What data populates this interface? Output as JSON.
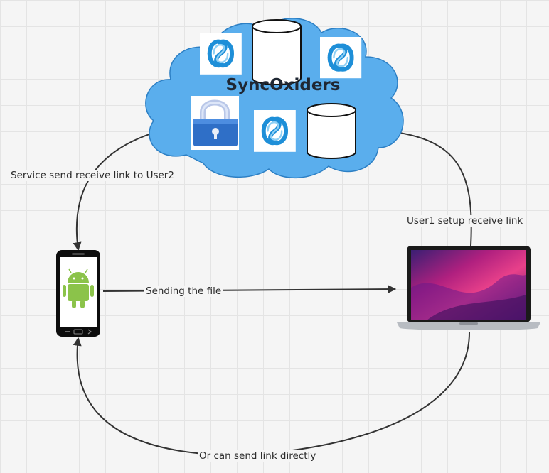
{
  "cloud": {
    "title": "SyncOxiders",
    "fill_color": "#5aaeed",
    "icons": [
      "sync-logo-icon",
      "database-icon",
      "lock-icon"
    ]
  },
  "labels": {
    "service_to_user2": "Service send receive link to User2",
    "user1_setup": "User1 setup receive link",
    "sending_file": "Sending the file",
    "send_directly": "Or can send link directly"
  },
  "devices": {
    "phone": "android-phone-icon",
    "laptop": "laptop-icon"
  },
  "colors": {
    "sync_blue": "#2196e0",
    "android_green": "#8bc34a",
    "arrow": "#333333"
  }
}
